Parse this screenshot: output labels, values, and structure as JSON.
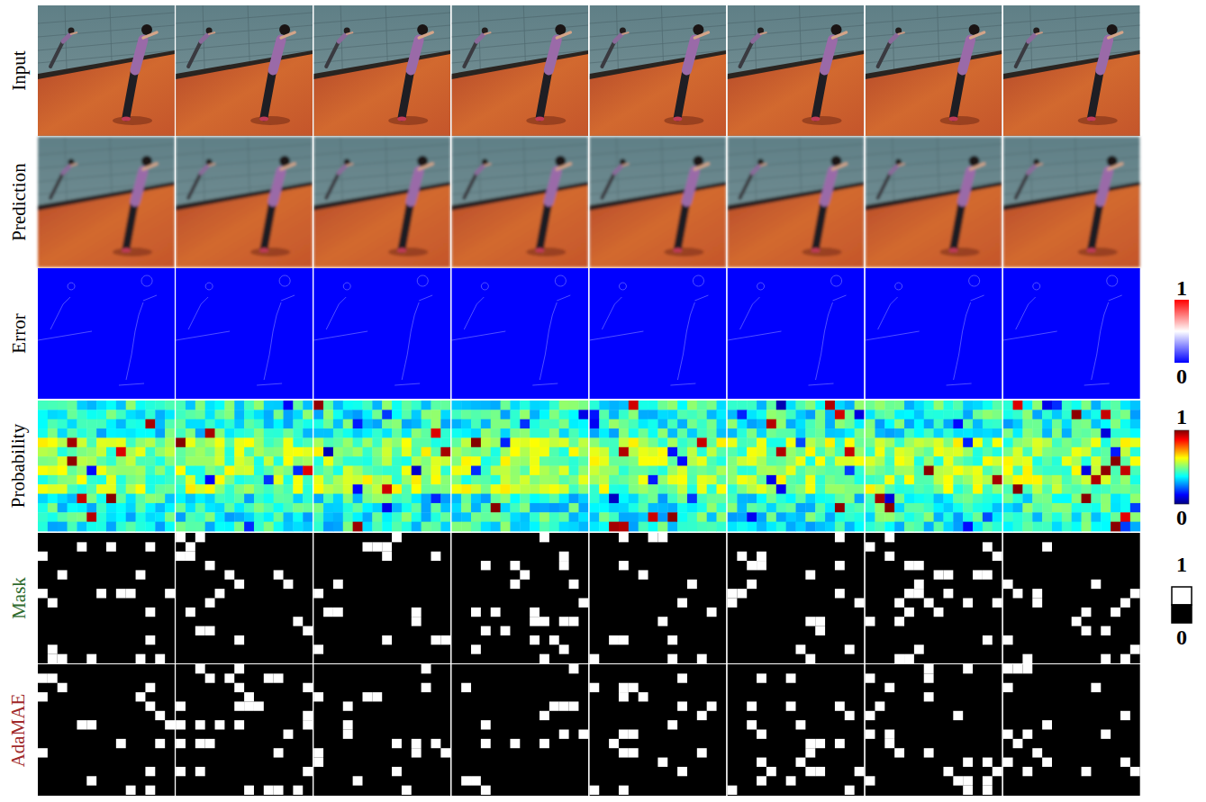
{
  "diagram": {
    "labels": [
      "Input",
      "Prediction",
      "Error",
      "Probability",
      "Mask",
      "AdaMAE",
      "1",
      "0",
      "1",
      "0",
      "1",
      "0"
    ]
  }
}
